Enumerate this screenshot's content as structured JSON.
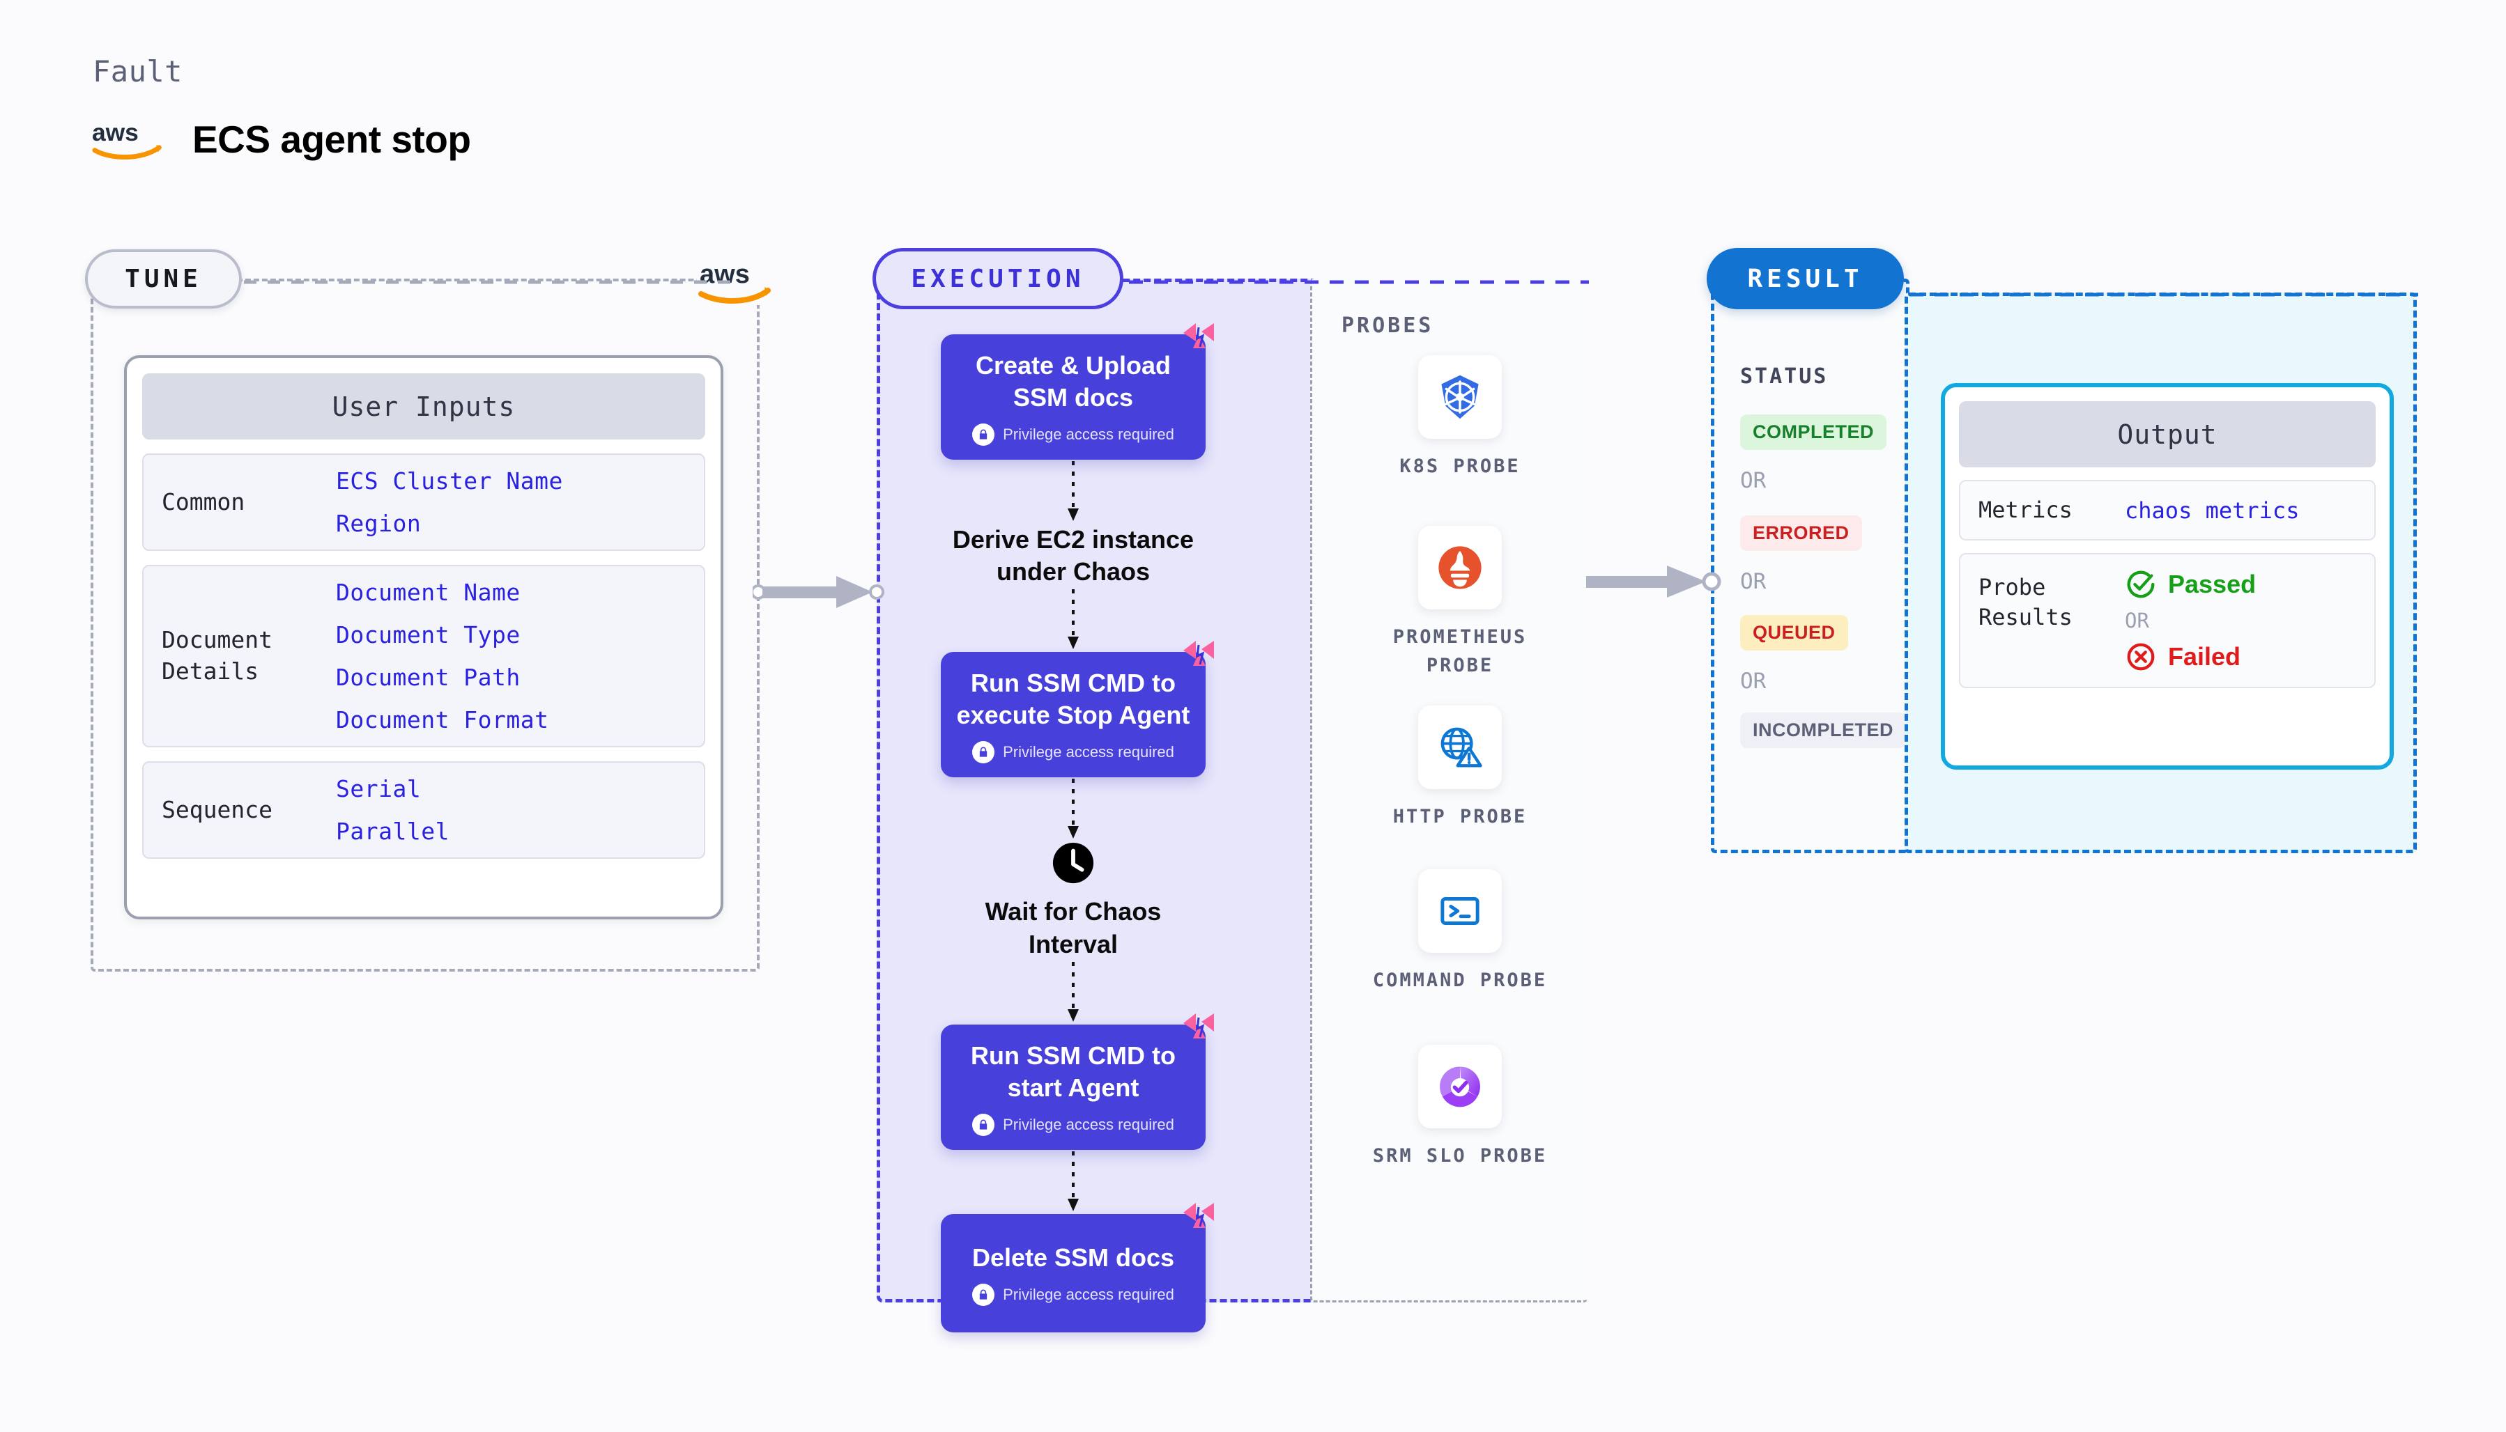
{
  "header": {
    "eyebrow": "Fault",
    "title": "ECS agent stop",
    "brand_icon": "aws-logo"
  },
  "tune": {
    "badge": "TUNE",
    "card_title": "User Inputs",
    "groups": [
      {
        "key": "Common",
        "values": [
          "ECS Cluster Name",
          "Region"
        ]
      },
      {
        "key": "Document\nDetails",
        "values": [
          "Document Name",
          "Document Type",
          "Document Path",
          "Document Format"
        ]
      },
      {
        "key": "Sequence",
        "values": [
          "Serial",
          "Parallel"
        ]
      }
    ]
  },
  "execution": {
    "badge": "EXECUTION",
    "privilege_note": "Privilege access required",
    "steps": [
      {
        "type": "box",
        "title": "Create & Upload SSM docs",
        "privileged": true,
        "chaos_flag": true
      },
      {
        "type": "plain",
        "title": "Derive EC2 instance under Chaos",
        "icon": ""
      },
      {
        "type": "box",
        "title": "Run SSM CMD to execute Stop Agent",
        "privileged": true,
        "chaos_flag": true
      },
      {
        "type": "plain",
        "title": "Wait for Chaos Interval",
        "icon": "clock-icon"
      },
      {
        "type": "box",
        "title": "Run SSM CMD to start Agent",
        "privileged": true,
        "chaos_flag": true
      },
      {
        "type": "box",
        "title": "Delete SSM docs",
        "privileged": true,
        "chaos_flag": true
      }
    ]
  },
  "probes": {
    "title": "PROBES",
    "items": [
      {
        "label": "K8S PROBE",
        "icon": "kubernetes-icon"
      },
      {
        "label": "PROMETHEUS PROBE",
        "icon": "prometheus-icon"
      },
      {
        "label": "HTTP PROBE",
        "icon": "http-globe-icon"
      },
      {
        "label": "COMMAND PROBE",
        "icon": "terminal-icon"
      },
      {
        "label": "SRM SLO PROBE",
        "icon": "srm-slo-icon"
      }
    ]
  },
  "result": {
    "badge": "RESULT",
    "status_title": "STATUS",
    "or_label": "OR",
    "statuses": [
      {
        "label": "COMPLETED",
        "bg": "#dcf5dd",
        "fg": "#16802a"
      },
      {
        "label": "ERRORED",
        "bg": "#fdeaea",
        "fg": "#cc1f1f"
      },
      {
        "label": "QUEUED",
        "bg": "#fdeebf",
        "fg": "#cc1f1f"
      },
      {
        "label": "INCOMPLETED",
        "bg": "#eff0f5",
        "fg": "#5b6077"
      }
    ]
  },
  "output": {
    "card_title": "Output",
    "metrics_key": "Metrics",
    "metrics_value": "chaos metrics",
    "probe_results_key": "Probe\nResults",
    "passed_label": "Passed",
    "failed_label": "Failed",
    "or_label": "OR"
  },
  "colors": {
    "accent_purple": "#4840db",
    "accent_blue": "#1273d0",
    "accent_cyan": "#12a8e0",
    "chaos_pink": "#f9629f",
    "pass_green": "#16a018",
    "fail_red": "#e01b1b",
    "aws_orange": "#f79400"
  }
}
